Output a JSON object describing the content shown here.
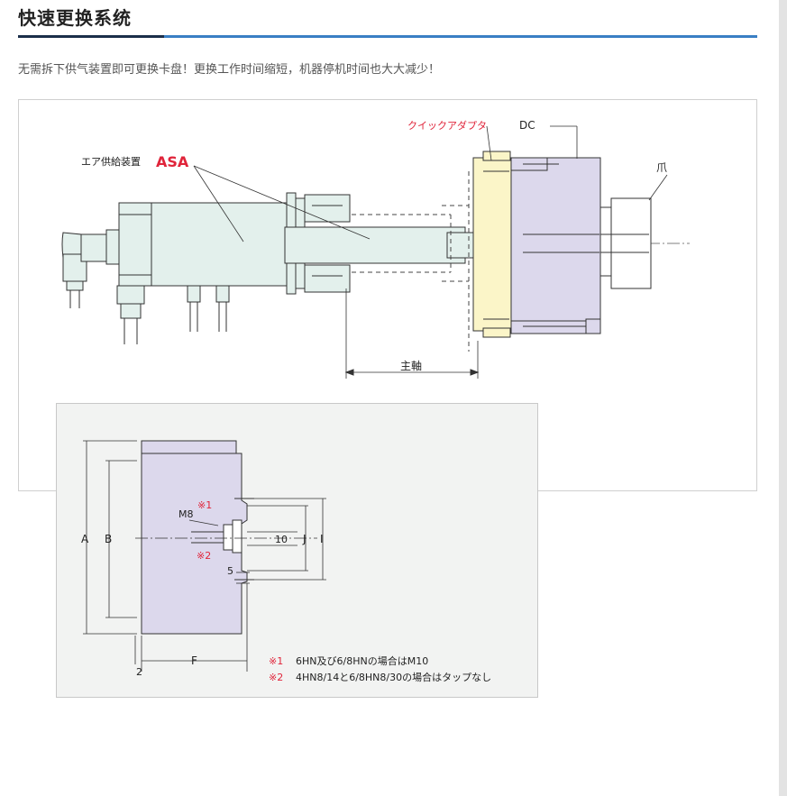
{
  "page": {
    "title": "快速更换系统",
    "intro": "无需拆下供气装置即可更换卡盘！更换工作时间缩短，机器停机时间也大大减少！"
  },
  "main_diagram": {
    "label_asa_prefix": "エア供給装置",
    "label_asa": "ASA",
    "label_quick_adapter": "クイックアダプタ",
    "label_dc": "DC",
    "label_jaw": "爪",
    "label_spindle": "主軸"
  },
  "detail_diagram": {
    "dim_A": "A",
    "dim_B": "B",
    "dim_F": "F",
    "dim_2": "2",
    "dim_J": "J",
    "dim_I": "I",
    "dim_10": "10",
    "dim_5": "5",
    "label_M8": "M8",
    "mark_1": "※1",
    "mark_2": "※2",
    "note1_mark": "※1",
    "note1_text": "6HN及び6/8HNの場合はM10",
    "note2_mark": "※2",
    "note2_text": "4HN8/14と6/8HN8/30の場合はタップなし"
  },
  "colors": {
    "accent_blue": "#3a7fc4",
    "chuck_purple": "#dcd8ec",
    "adapter_yellow": "#fbf5c8",
    "body_green": "#e3f0ec",
    "mark_red": "#e0243a"
  }
}
